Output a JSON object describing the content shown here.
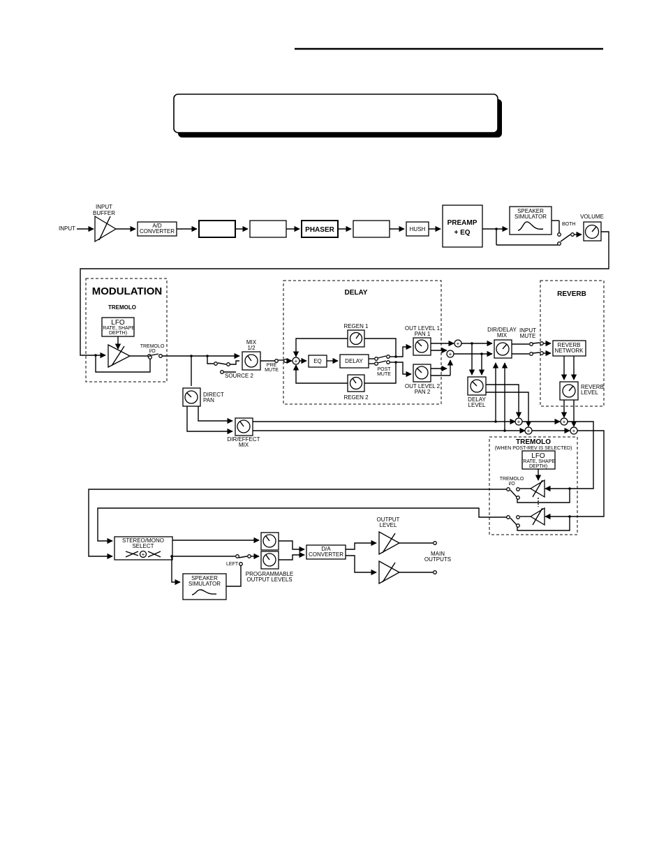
{
  "header": {
    "title_box_text": ""
  },
  "labels": {
    "input": "INPUT",
    "input_buffer": [
      "INPUT",
      "BUFFER"
    ],
    "ad_converter": [
      "A/D",
      "CONVERTER"
    ],
    "phaser": "PHASER",
    "hush": "HUSH",
    "preamp": [
      "PREAMP",
      "+ EQ"
    ],
    "speaker_sim_top": [
      "SPEAKER",
      "SIMULATOR"
    ],
    "both": "BOTH",
    "volume": "VOLUME",
    "modulation": "MODULATION",
    "tremolo_mod": "TREMOLO",
    "lfo": "LFO",
    "lfo_sub": [
      "(RATE, SHAPE",
      "DEPTH)"
    ],
    "tremolo_io": [
      "TREMOLO",
      "I/O"
    ],
    "mix": [
      "MIX",
      "1/2"
    ],
    "source2": "SOURCE 2",
    "pre_mute": [
      "PRE",
      "MUTE"
    ],
    "direct_pan": [
      "DIRECT",
      "PAN"
    ],
    "dir_effect_mix": [
      "DIR/EFFECT",
      "MIX"
    ],
    "delay_title": "DELAY",
    "regen1": "REGEN 1",
    "regen2": "REGEN 2",
    "eq": "EQ",
    "delay_block": "DELAY",
    "post_mute": [
      "POST",
      "MUTE"
    ],
    "out_level1": [
      "OUT LEVEL 1",
      "PAN 1"
    ],
    "out_level2": [
      "OUT LEVEL 2",
      "PAN 2"
    ],
    "dir_delay_mix": [
      "DIR/DELAY",
      "MIX"
    ],
    "delay_level": [
      "DELAY",
      "LEVEL"
    ],
    "input_mute": [
      "INPUT",
      "MUTE"
    ],
    "reverb_title": "REVERB",
    "reverb_network": [
      "REVERB",
      "NETWORK"
    ],
    "reverb_level": [
      "REVERB",
      "LEVEL"
    ],
    "tremolo_post": "TREMOLO",
    "tremolo_post_sub": "(WHEN POST-REV IS SELECTED)",
    "lfo_post": "LFO",
    "lfo_post_sub": [
      "(RATE, SHAPE",
      "DEPTH)"
    ],
    "tremolo_io_post": [
      "TREMOLO",
      "I/O"
    ],
    "stereo_mono": [
      "STEREO/MONO",
      "SELECT"
    ],
    "left": "LEFT",
    "speaker_sim_bottom": [
      "SPEAKER",
      "SIMULATOR"
    ],
    "programmable": [
      "PROGRAMMABLE",
      "OUTPUT LEVELS"
    ],
    "da_converter": [
      "D/A",
      "CONVERTER"
    ],
    "output_level": [
      "OUTPUT",
      "LEVEL"
    ],
    "main_outputs": [
      "MAIN",
      "OUTPUTS"
    ]
  }
}
